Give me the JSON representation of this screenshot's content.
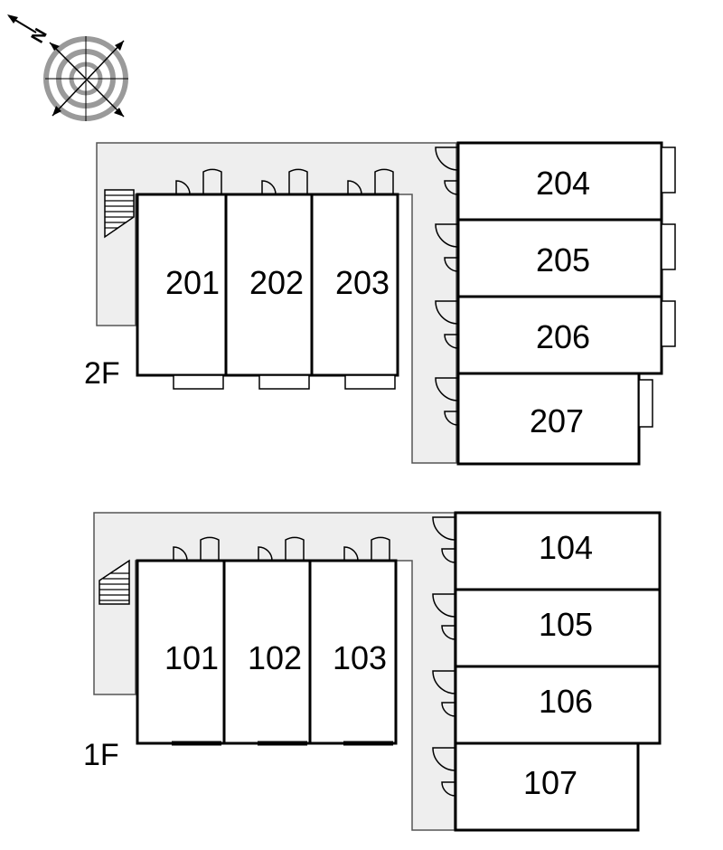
{
  "compass": {
    "north_label": "N",
    "icon": "compass-rose-icon"
  },
  "floors": [
    {
      "label": "2F",
      "rooms": [
        "201",
        "202",
        "203",
        "204",
        "205",
        "206",
        "207"
      ]
    },
    {
      "label": "1F",
      "rooms": [
        "101",
        "102",
        "103",
        "104",
        "105",
        "106",
        "107"
      ]
    }
  ],
  "colors": {
    "corridor": "#eeeeee",
    "wall": "#000000",
    "compass_ring": "#9a9a9a"
  }
}
